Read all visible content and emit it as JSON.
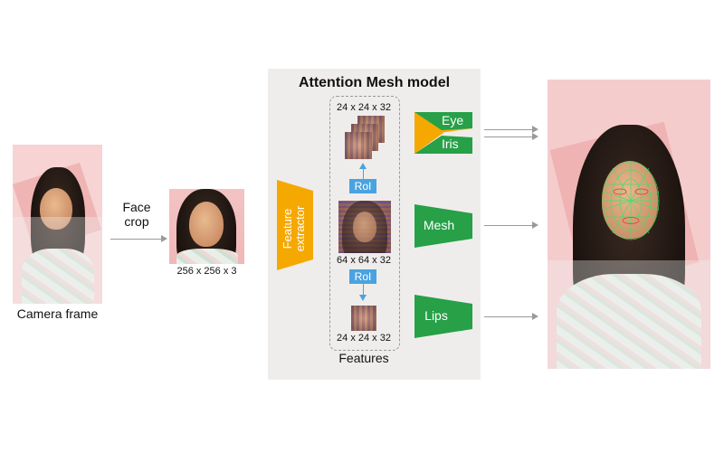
{
  "camera": {
    "label": "Camera frame"
  },
  "face_crop": {
    "label_line1": "Face",
    "label_line2": "crop",
    "dims": "256 x 256 x 3"
  },
  "model": {
    "title": "Attention Mesh model",
    "feature_extractor_line1": "Feature",
    "feature_extractor_line2": "extractor",
    "top_dims": "24 x 24 x 32",
    "mid_dims": "64 x 64 x 32",
    "bottom_dims": "24 x 24 x 32",
    "roi_top": "RoI",
    "roi_bottom": "RoI",
    "features_label": "Features"
  },
  "heads": {
    "eye": "Eye",
    "iris": "Iris",
    "mesh": "Mesh",
    "lips": "Lips"
  },
  "colors": {
    "panel_bg": "#efedeb",
    "extractor": "#f5a800",
    "heads_green": "#27a048",
    "roi_blue": "#4aa3e0",
    "pink_bg": "#f3c3c3"
  }
}
